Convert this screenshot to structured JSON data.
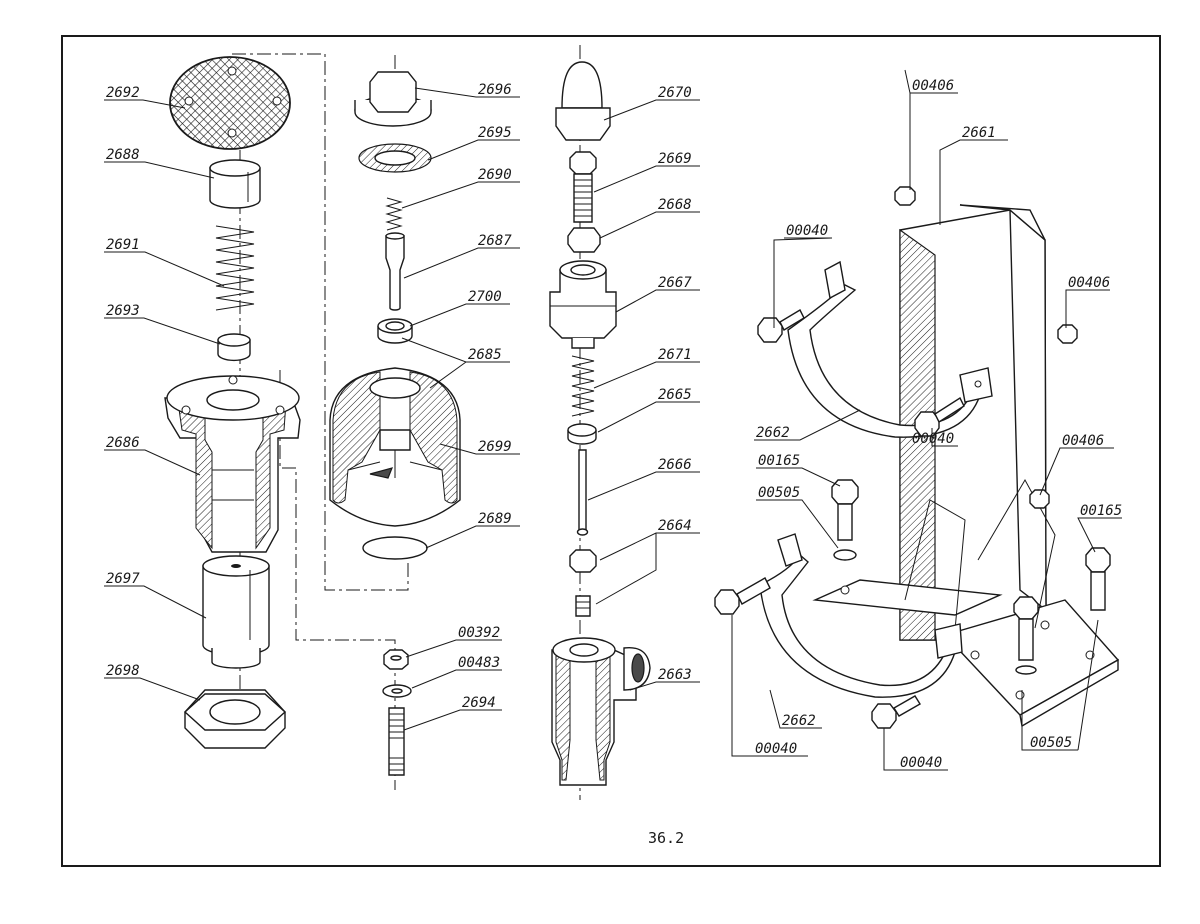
{
  "figure_number": "36.2",
  "labels": {
    "l2692": "2692",
    "l2688": "2688",
    "l2691": "2691",
    "l2693": "2693",
    "l2686": "2686",
    "l2697": "2697",
    "l2698": "2698",
    "l2696": "2696",
    "l2695": "2695",
    "l2690": "2690",
    "l2687": "2687",
    "l2700": "2700",
    "l2685": "2685",
    "l2699": "2699",
    "l2689": "2689",
    "l00392": "00392",
    "l00483": "00483",
    "l2694": "2694",
    "l2670": "2670",
    "l2669": "2669",
    "l2668": "2668",
    "l2667": "2667",
    "l2671": "2671",
    "l2665": "2665",
    "l2666": "2666",
    "l2664": "2664",
    "l2663": "2663",
    "l00406a": "00406",
    "l2661": "2661",
    "l00040a": "00040",
    "l00406b": "00406",
    "l2662a": "2662",
    "l00040b": "00040",
    "l00406c": "00406",
    "l00165a": "00165",
    "l00505a": "00505",
    "l00165b": "00165",
    "l2662b": "2662",
    "l00040c": "00040",
    "l00040d": "00040",
    "l00505b": "00505"
  }
}
